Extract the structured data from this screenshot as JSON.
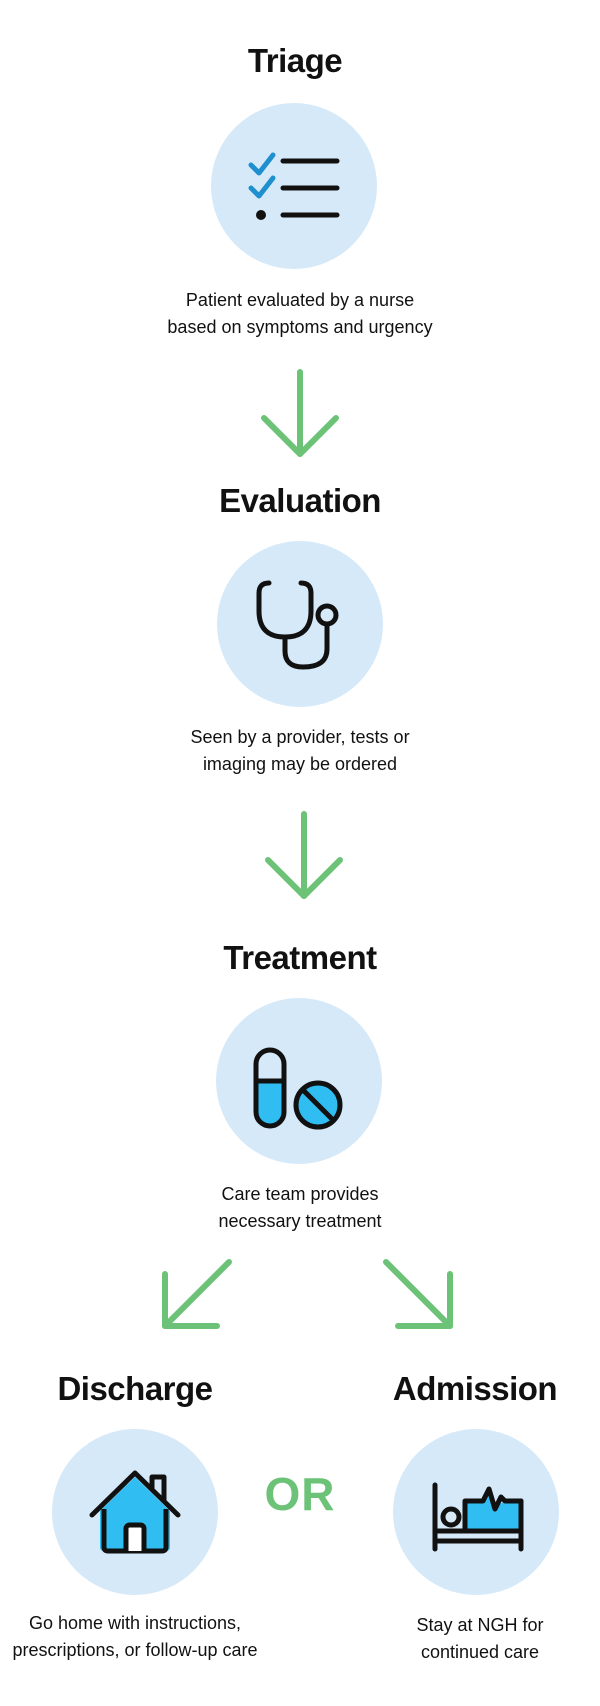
{
  "colors": {
    "circle_fill": "#d6e9f8",
    "arrow": "#6cc378",
    "icon_stroke": "#111111",
    "icon_fill": "#30bdf2",
    "check": "#1e8fcf",
    "or_text": "#6cc378"
  },
  "steps": {
    "triage": {
      "title": "Triage",
      "desc_line1": "Patient evaluated by a nurse",
      "desc_line2": "based on symptoms and urgency",
      "icon": "checklist-icon"
    },
    "evaluation": {
      "title": "Evaluation",
      "desc_line1": "Seen by a provider, tests or",
      "desc_line2": "imaging may be ordered",
      "icon": "stethoscope-icon"
    },
    "treatment": {
      "title": "Treatment",
      "desc_line1": "Care team provides",
      "desc_line2": "necessary treatment",
      "icon": "pills-icon"
    },
    "discharge": {
      "title": "Discharge",
      "desc_line1": "Go home with instructions,",
      "desc_line2": "prescriptions, or follow-up care",
      "icon": "house-icon"
    },
    "admission": {
      "title": "Admission",
      "desc_line1": "Stay at NGH for",
      "desc_line2": "continued care",
      "icon": "hospital-bed-icon"
    }
  },
  "or_label": "OR"
}
